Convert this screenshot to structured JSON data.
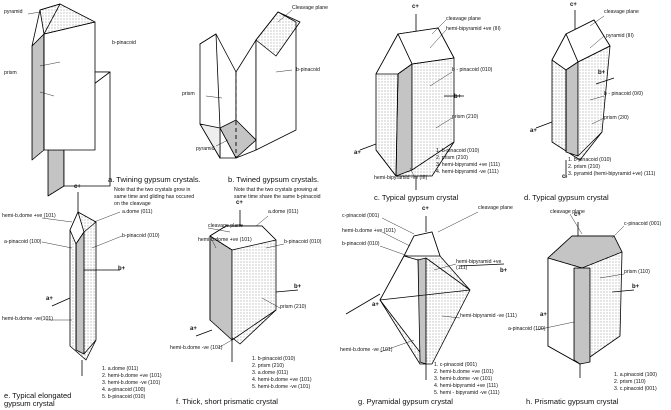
{
  "panels": [
    {
      "caption": "a. Twining gypsum crystals.",
      "note": [
        "Note that the two crystals grow in",
        "same time and gliding has occured",
        "on the cleavage"
      ],
      "labels": [
        "pyramid",
        "b-pinacoid",
        "prism"
      ]
    },
    {
      "caption": "b. Twined gypsum crystals.",
      "note": [
        "Note that the two crystals growing at",
        "same time share the same b-pinacoid"
      ],
      "labels": [
        "Cleavage plane",
        "b-pinacoid",
        "prism",
        "pyramid"
      ]
    },
    {
      "caption": "c. Typical gypsum crystal",
      "axes": [
        "c+",
        "b+",
        "a+"
      ],
      "labels": [
        "cleavage plane",
        "hemi-bipyramid +ve (III)",
        "b - pinacoid (010)",
        "prism (210)",
        "hemi-bipyramid -ve (III)"
      ],
      "list": [
        "b-pinacoid (010)",
        "prism (210)",
        "hemi-bipyramid +ve (111)",
        "hemi-bipyramid -ve (111)"
      ]
    },
    {
      "caption": "d. Typical gypsum crystal",
      "axes": [
        "c+",
        "b+",
        "a+",
        "c-"
      ],
      "labels": [
        "cleavage plane",
        "pyramid (III)",
        "b - pinacoid (0/0)",
        "prism (2/0)"
      ],
      "list": [
        "b-pinacoid (010)",
        "prism (210)",
        "pyramid (hemi-bipyramid +ve) (111)"
      ]
    },
    {
      "caption": [
        "e. Typical elongated",
        "gypsum crystal"
      ],
      "axes": [
        "c+",
        "b+",
        "a+"
      ],
      "labels": [
        "a.dome (011)",
        "b-pinacoid (010)",
        "hemi-b.dome +ve (101)",
        "a-pinacoid (100)",
        "hemi-b.dome -ve(101)"
      ],
      "list": [
        "a.dome (011)",
        "hemi-b.dome +ve (101)",
        "hemi-b.dome -ve (101)",
        "a-pinacoid (100)",
        "b-pinacoid (010)"
      ]
    },
    {
      "caption": "f. Thick, short prismatic crystal",
      "axes": [
        "c+",
        "b+",
        "a+"
      ],
      "labels": [
        "cleavage plane",
        "a.dome (011)",
        "hemi-b.dome +ve (101)",
        "b-pinacoid (010)",
        "prism (210)",
        "hemi-b.dome -ve (101)"
      ],
      "list": [
        "b-pinacoid (010)",
        "prism (210)",
        "a.dome (011)",
        "hemi-b.dome +ve (101)",
        "hemi-b.dome -ve (101)"
      ]
    },
    {
      "caption": "g. Pyramidal gypsum crystal",
      "axes": [
        "c+",
        "b+",
        "a+"
      ],
      "labels": [
        "cleavage plane",
        "c-pinacoid (001)",
        "hemi-b.dome +ve (101)",
        "b-pinacoid (010)",
        "hemi-bipyramid +ve",
        "(111)",
        "hemi-bipyramid -ve (111)",
        "hemi-b.dome -ve (101)"
      ],
      "list": [
        "c-pinacoid (001)",
        "hemi-b.dome +ve (101)",
        "hemi-b.dome -ve (101)",
        "hemi-bipyramid +ve (111)",
        "hemi - bipyramid -ve (111)"
      ]
    },
    {
      "caption": "h. Prismatic gypsum crystal",
      "axes": [
        "c+",
        "b+",
        "a+"
      ],
      "labels": [
        "cleavage plane",
        "c-pinacoid (001)",
        "prism (110)",
        "a-pinacoid (100)"
      ],
      "list": [
        "a.pinacoid (100)",
        "prism (110)",
        "c.pinacoid (001)"
      ]
    }
  ]
}
